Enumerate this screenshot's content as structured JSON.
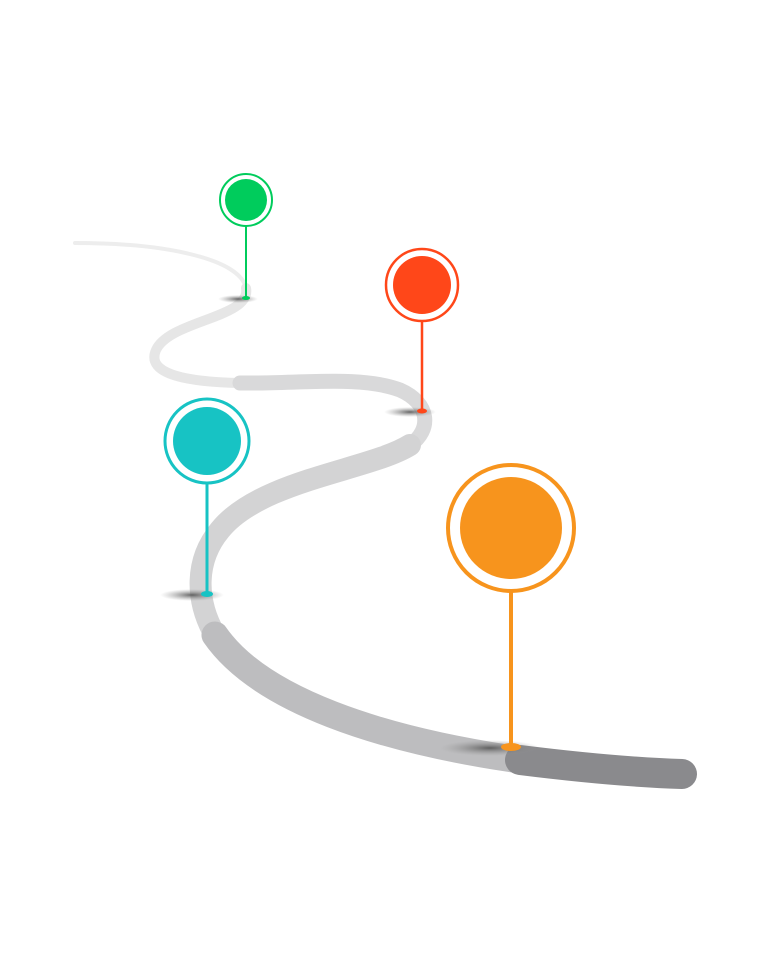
{
  "road": {
    "color_start": "#f2f2f2",
    "color_end": "#808083"
  },
  "milestones": [
    {
      "id": "green",
      "color": "#00cc5c"
    },
    {
      "id": "red",
      "color": "#ff4719"
    },
    {
      "id": "teal",
      "color": "#17c3c4"
    },
    {
      "id": "orange",
      "color": "#f7941d"
    }
  ]
}
